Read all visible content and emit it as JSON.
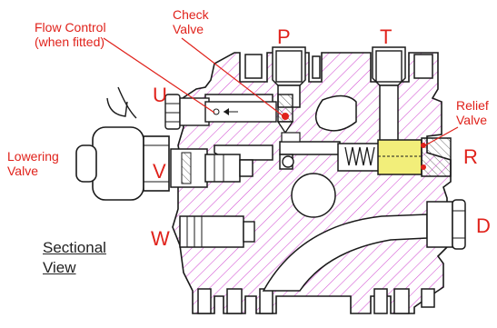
{
  "labels": {
    "flow_control": [
      "Flow Control",
      "(when fitted)"
    ],
    "check_valve": [
      "Check",
      "Valve"
    ],
    "relief_valve": [
      "Relief",
      "Valve"
    ],
    "lowering_valve": [
      "Lowering",
      "Valve"
    ],
    "sectional_view": [
      "Sectional",
      "View"
    ]
  },
  "ports": {
    "P": "P",
    "T": "T",
    "U": "U",
    "V": "V",
    "W": "W",
    "R": "R",
    "D": "D"
  },
  "colors": {
    "label_red": "#e0221b",
    "hatch": "#d24fd2",
    "outline": "#1a1a1a",
    "leader": "#e0221b",
    "relief_insert": "#f2ee7a"
  }
}
